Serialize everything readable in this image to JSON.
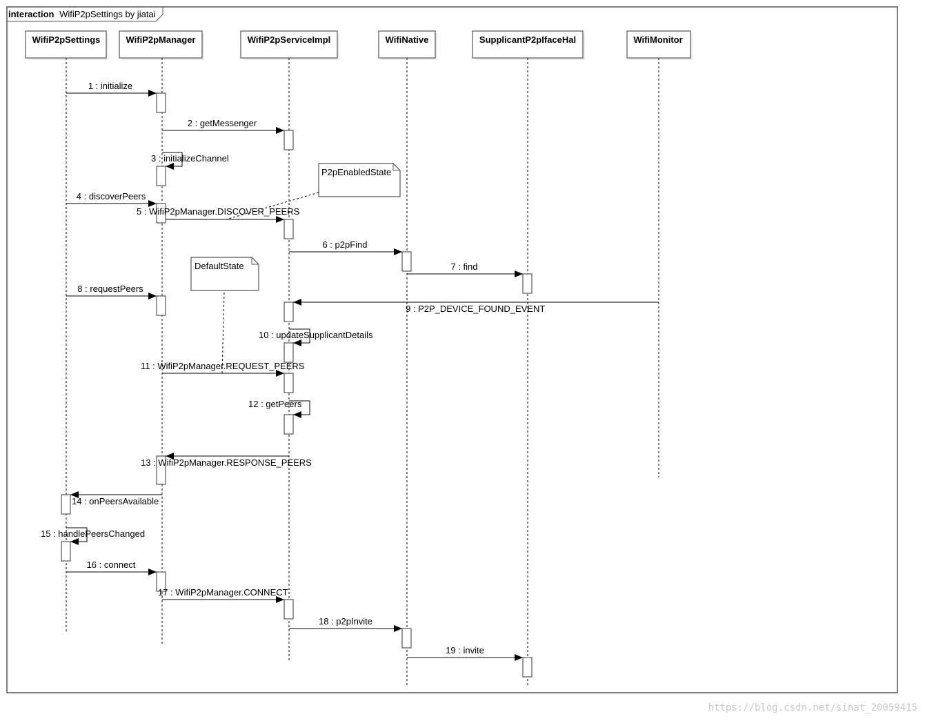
{
  "frame": {
    "keyword": "interaction",
    "name": "WifiP2pSettings by jiatai"
  },
  "lifelines": [
    {
      "id": "settings",
      "name": "WifiP2pSettings"
    },
    {
      "id": "manager",
      "name": "WifiP2pManager"
    },
    {
      "id": "service",
      "name": "WifiP2pServiceImpl"
    },
    {
      "id": "native",
      "name": "WifiNative"
    },
    {
      "id": "hal",
      "name": "SupplicantP2pIfaceHal"
    },
    {
      "id": "monitor",
      "name": "WifiMonitor"
    }
  ],
  "messages": [
    {
      "label": "1 : initialize",
      "from": "settings",
      "to": "manager"
    },
    {
      "label": "2 : getMessenger",
      "from": "manager",
      "to": "service"
    },
    {
      "label": "3 : initializeChannel",
      "from": "manager",
      "to": "manager"
    },
    {
      "label": "4 : discoverPeers",
      "from": "settings",
      "to": "manager"
    },
    {
      "label": "5 : WifiP2pManager.DISCOVER_PEERS",
      "from": "manager",
      "to": "service"
    },
    {
      "label": "6 : p2pFind",
      "from": "service",
      "to": "native"
    },
    {
      "label": "7 : find",
      "from": "native",
      "to": "hal"
    },
    {
      "label": "8 : requestPeers",
      "from": "settings",
      "to": "manager"
    },
    {
      "label": "9 : P2P_DEVICE_FOUND_EVENT",
      "from": "monitor",
      "to": "service"
    },
    {
      "label": "10 : updateSupplicantDetails",
      "from": "service",
      "to": "service"
    },
    {
      "label": "11 : WifiP2pManager.REQUEST_PEERS",
      "from": "manager",
      "to": "service"
    },
    {
      "label": "12 : getPeers",
      "from": "service",
      "to": "service"
    },
    {
      "label": "13 : WifiP2pManager.RESPONSE_PEERS",
      "from": "service",
      "to": "manager"
    },
    {
      "label": "14 : onPeersAvailable",
      "from": "manager",
      "to": "settings"
    },
    {
      "label": "15 : handlePeersChanged",
      "from": "settings",
      "to": "settings"
    },
    {
      "label": "16 : connect",
      "from": "settings",
      "to": "manager"
    },
    {
      "label": "17 : WifiP2pManager.CONNECT",
      "from": "manager",
      "to": "service"
    },
    {
      "label": "18 : p2pInvite",
      "from": "service",
      "to": "native"
    },
    {
      "label": "19 : invite",
      "from": "native",
      "to": "hal"
    }
  ],
  "notes": [
    {
      "id": "p2p-enabled",
      "text": "P2pEnabledState"
    },
    {
      "id": "default",
      "text": "DefaultState"
    }
  ],
  "watermark": "https://blog.csdn.net/sinat_20059415"
}
